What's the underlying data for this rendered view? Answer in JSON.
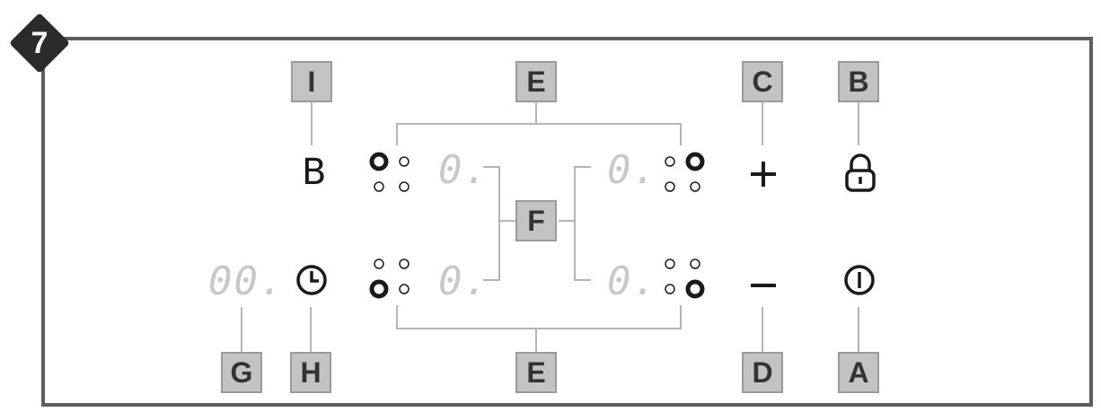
{
  "step_number": "7",
  "labels": {
    "I": "I",
    "E_top": "E",
    "C": "C",
    "B": "B",
    "F": "F",
    "G": "G",
    "H": "H",
    "E_bottom": "E",
    "D": "D",
    "A": "A"
  },
  "panel": {
    "booster_letter": "B",
    "timer_display": "00.",
    "zone_display_top_left": "0.",
    "zone_display_top_right": "0.",
    "zone_display_bottom_left": "0.",
    "zone_display_bottom_right": "0."
  },
  "icons": {
    "plus": "plus-icon",
    "minus": "minus-icon",
    "lock": "lock-icon",
    "power": "power-icon",
    "timer": "clock-icon",
    "zone_indicator": "zone-indicator-icon"
  },
  "colors": {
    "frame": "#5e5e5e",
    "tag_fill": "#c3c3c3",
    "tag_border": "#9a9a9a",
    "connector": "#b5b5b5",
    "segment_display": "#c8c8c8",
    "icon": "#1a1a1a"
  }
}
